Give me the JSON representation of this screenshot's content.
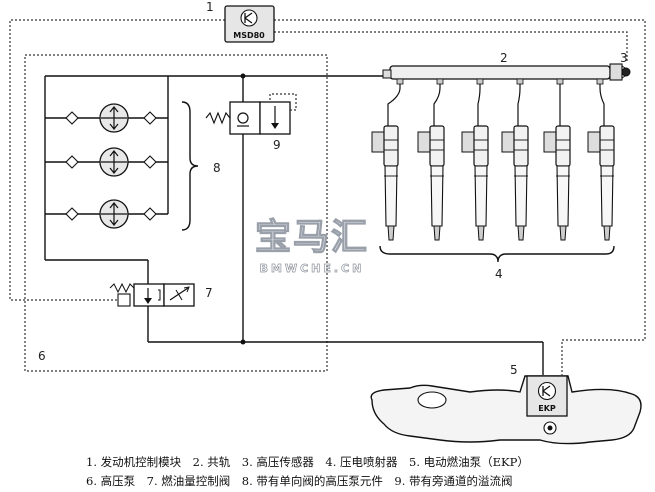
{
  "callouts": {
    "n1": "1",
    "n2": "2",
    "n3": "3",
    "n4": "4",
    "n5": "5",
    "n6": "6",
    "n7": "7",
    "n8": "8",
    "n9": "9"
  },
  "modules": {
    "dme_label": "MSD80",
    "ekp_label": "EKP"
  },
  "watermark": {
    "brand": "宝马汇",
    "site": "BMWCHE.CN"
  },
  "legend": {
    "line1": "1. 发动机控制模块　2. 共轨　3. 高压传感器　4. 压电喷射器　5. 电动燃油泵（EKP）",
    "line2": "6. 高压泵　7. 燃油量控制阀　8. 带有单向阀的高压泵元件　9. 带有旁通道的溢流阀"
  },
  "colors": {
    "line": "#111111",
    "module_fill": "#e8e8e8",
    "injector_fill": "#f2f2f2"
  }
}
